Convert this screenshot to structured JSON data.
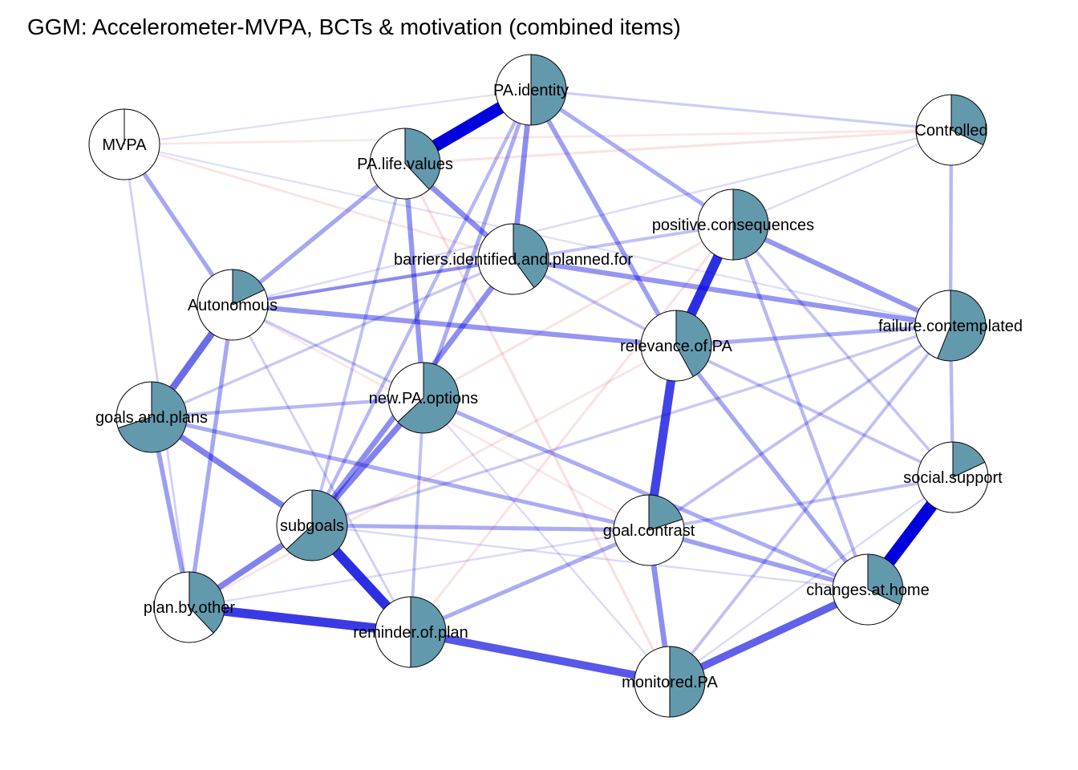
{
  "title": "GGM: Accelerometer-MVPA, BCTs & motivation (combined items)",
  "colors": {
    "positive_edge": "#0000dd",
    "negative_edge": "#e07070",
    "pie_fill": "#6399ad",
    "node_border": "#000000",
    "node_fill": "#ffffff"
  },
  "nodes": [
    {
      "id": "MVPA",
      "label": "MVPA",
      "pie": 0.0
    },
    {
      "id": "PA.identity",
      "label": "PA.identity",
      "pie": 0.5
    },
    {
      "id": "PA.life.values",
      "label": "PA.life.values",
      "pie": 0.38
    },
    {
      "id": "Controlled",
      "label": "Controlled",
      "pie": 0.32
    },
    {
      "id": "positive.consequences",
      "label": "positive.consequences",
      "pie": 0.5
    },
    {
      "id": "barriers.identified.and.planned.for",
      "label": "barriers.identified.and.planned.for",
      "pie": 0.4
    },
    {
      "id": "Autonomous",
      "label": "Autonomous",
      "pie": 0.18
    },
    {
      "id": "relevance.of.PA",
      "label": "relevance.of.PA",
      "pie": 0.42
    },
    {
      "id": "failure.contemplated",
      "label": "failure.contemplated",
      "pie": 0.56
    },
    {
      "id": "new.PA.options",
      "label": "new.PA.options",
      "pie": 0.63
    },
    {
      "id": "goals.and.plans",
      "label": "goals.and.plans",
      "pie": 0.7
    },
    {
      "id": "social.support",
      "label": "social.support",
      "pie": 0.18
    },
    {
      "id": "subgoals",
      "label": "subgoals",
      "pie": 0.63
    },
    {
      "id": "goal.contrast",
      "label": "goal.contrast",
      "pie": 0.2
    },
    {
      "id": "changes.at.home",
      "label": "changes.at.home",
      "pie": 0.32
    },
    {
      "id": "plan.by.other",
      "label": "plan.by.other",
      "pie": 0.38
    },
    {
      "id": "reminder.of.plan",
      "label": "reminder.of.plan",
      "pie": 0.5
    },
    {
      "id": "monitored.PA",
      "label": "monitored.PA",
      "pie": 0.5
    }
  ],
  "edges": [
    {
      "source": "PA.identity",
      "target": "PA.life.values",
      "weight": 0.58
    },
    {
      "source": "social.support",
      "target": "changes.at.home",
      "weight": 0.6
    },
    {
      "source": "positive.consequences",
      "target": "relevance.of.PA",
      "weight": 0.45
    },
    {
      "source": "subgoals",
      "target": "reminder.of.plan",
      "weight": 0.45
    },
    {
      "source": "relevance.of.PA",
      "target": "goal.contrast",
      "weight": 0.4
    },
    {
      "source": "plan.by.other",
      "target": "reminder.of.plan",
      "weight": 0.42
    },
    {
      "source": "reminder.of.plan",
      "target": "monitored.PA",
      "weight": 0.35
    },
    {
      "source": "monitored.PA",
      "target": "changes.at.home",
      "weight": 0.33
    },
    {
      "source": "goals.and.plans",
      "target": "Autonomous",
      "weight": 0.3
    },
    {
      "source": "goals.and.plans",
      "target": "subgoals",
      "weight": 0.25
    },
    {
      "source": "subgoals",
      "target": "plan.by.other",
      "weight": 0.25
    },
    {
      "source": "new.PA.options",
      "target": "subgoals",
      "weight": 0.25
    },
    {
      "source": "barriers.identified.and.planned.for",
      "target": "subgoals",
      "weight": 0.22
    },
    {
      "source": "PA.identity",
      "target": "barriers.identified.and.planned.for",
      "weight": 0.22
    },
    {
      "source": "PA.life.values",
      "target": "barriers.identified.and.planned.for",
      "weight": 0.22
    },
    {
      "source": "goal.contrast",
      "target": "monitored.PA",
      "weight": 0.22
    },
    {
      "source": "Autonomous",
      "target": "relevance.of.PA",
      "weight": 0.2
    },
    {
      "source": "barriers.identified.and.planned.for",
      "target": "failure.contemplated",
      "weight": 0.2
    },
    {
      "source": "positive.consequences",
      "target": "failure.contemplated",
      "weight": 0.2
    },
    {
      "source": "PA.life.values",
      "target": "new.PA.options",
      "weight": 0.2
    },
    {
      "source": "PA.identity",
      "target": "relevance.of.PA",
      "weight": 0.18
    },
    {
      "source": "PA.identity",
      "target": "positive.consequences",
      "weight": 0.15
    },
    {
      "source": "MVPA",
      "target": "Autonomous",
      "weight": 0.16
    },
    {
      "source": "PA.life.values",
      "target": "Autonomous",
      "weight": 0.16
    },
    {
      "source": "Autonomous",
      "target": "plan.by.other",
      "weight": 0.16
    },
    {
      "source": "goals.and.plans",
      "target": "plan.by.other",
      "weight": 0.18
    },
    {
      "source": "goal.contrast",
      "target": "changes.at.home",
      "weight": 0.18
    },
    {
      "source": "relevance.of.PA",
      "target": "failure.contemplated",
      "weight": 0.15
    },
    {
      "source": "relevance.of.PA",
      "target": "changes.at.home",
      "weight": 0.16
    },
    {
      "source": "goals.and.plans",
      "target": "goal.contrast",
      "weight": 0.15
    },
    {
      "source": "new.PA.options",
      "target": "changes.at.home",
      "weight": 0.15
    },
    {
      "source": "subgoals",
      "target": "goal.contrast",
      "weight": 0.15
    },
    {
      "source": "reminder.of.plan",
      "target": "goal.contrast",
      "weight": 0.15
    },
    {
      "source": "new.PA.options",
      "target": "goals.and.plans",
      "weight": 0.12
    },
    {
      "source": "PA.identity",
      "target": "new.PA.options",
      "weight": 0.15
    },
    {
      "source": "PA.identity",
      "target": "subgoals",
      "weight": 0.12
    },
    {
      "source": "positive.consequences",
      "target": "changes.at.home",
      "weight": 0.12
    },
    {
      "source": "PA.identity",
      "target": "Controlled",
      "weight": 0.07
    },
    {
      "source": "Controlled",
      "target": "failure.contemplated",
      "weight": 0.12
    },
    {
      "source": "failure.contemplated",
      "target": "social.support",
      "weight": 0.12
    },
    {
      "source": "barriers.identified.and.planned.for",
      "target": "Autonomous",
      "weight": 0.12
    },
    {
      "source": "barriers.identified.and.planned.for",
      "target": "relevance.of.PA",
      "weight": 0.1
    },
    {
      "source": "new.PA.options",
      "target": "reminder.of.plan",
      "weight": 0.1
    },
    {
      "source": "MVPA",
      "target": "plan.by.other",
      "weight": 0.06
    },
    {
      "source": "PA.life.values",
      "target": "subgoals",
      "weight": 0.1
    },
    {
      "source": "goal.contrast",
      "target": "failure.contemplated",
      "weight": 0.1
    },
    {
      "source": "goal.contrast",
      "target": "social.support",
      "weight": 0.1
    },
    {
      "source": "relevance.of.PA",
      "target": "social.support",
      "weight": 0.1
    },
    {
      "source": "monitored.PA",
      "target": "failure.contemplated",
      "weight": 0.1
    },
    {
      "source": "positive.consequences",
      "target": "Autonomous",
      "weight": 0.1
    },
    {
      "source": "positive.consequences",
      "target": "social.support",
      "weight": 0.09
    },
    {
      "source": "subgoals",
      "target": "failure.contemplated",
      "weight": 0.08
    },
    {
      "source": "Autonomous",
      "target": "new.PA.options",
      "weight": 0.08
    },
    {
      "source": "Autonomous",
      "target": "reminder.of.plan",
      "weight": 0.06
    },
    {
      "source": "goals.and.plans",
      "target": "barriers.identified.and.planned.for",
      "weight": 0.08
    },
    {
      "source": "PA.life.values",
      "target": "Controlled",
      "weight": -0.07
    },
    {
      "source": "MVPA",
      "target": "Controlled",
      "weight": -0.05
    },
    {
      "source": "MVPA",
      "target": "barriers.identified.and.planned.for",
      "weight": -0.06
    },
    {
      "source": "PA.life.values",
      "target": "monitored.PA",
      "weight": -0.08
    },
    {
      "source": "positive.consequences",
      "target": "new.PA.options",
      "weight": -0.07
    },
    {
      "source": "reminder.of.plan",
      "target": "positive.consequences",
      "weight": -0.07
    },
    {
      "source": "plan.by.other",
      "target": "relevance.of.PA",
      "weight": -0.06
    },
    {
      "source": "Autonomous",
      "target": "goal.contrast",
      "weight": -0.05
    },
    {
      "source": "MVPA",
      "target": "PA.identity",
      "weight": 0.03
    },
    {
      "source": "Controlled",
      "target": "Autonomous",
      "weight": 0.04
    },
    {
      "source": "Controlled",
      "target": "positive.consequences",
      "weight": 0.04
    },
    {
      "source": "MVPA",
      "target": "failure.contemplated",
      "weight": 0.03
    },
    {
      "source": "monitored.PA",
      "target": "new.PA.options",
      "weight": 0.04
    },
    {
      "source": "plan.by.other",
      "target": "goal.contrast",
      "weight": 0.04
    },
    {
      "source": "subgoals",
      "target": "changes.at.home",
      "weight": 0.04
    },
    {
      "source": "social.support",
      "target": "monitored.PA",
      "weight": 0.04
    }
  ]
}
